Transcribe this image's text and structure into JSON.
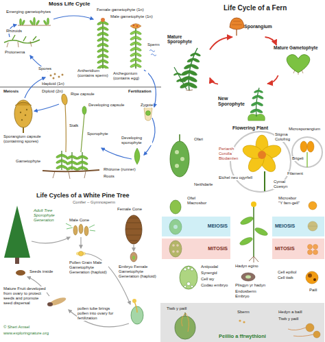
{
  "diagram": {
    "nodes": [
      {
        "text": [
          "Sporangium"
        ]
      },
      {
        "text": [
          "Mature Gametophyte"
        ]
      },
      {
        "text": [
          "New Sporophyte"
        ]
      },
      {
        "text": [
          "Mature Sporophyte"
        ]
      },
      {
        "text": [
          "MEIOSIS"
        ]
      },
      {
        "text": [
          "MEIOSIS"
        ]
      },
      {
        "text": [
          "MITOSIS"
        ]
      },
      {
        "text": [
          "MITOSIS"
        ]
      },
      {
        "text": [
          "Peillio a ffrwythloni"
        ]
      }
    ],
    "edges": [
      {
        "from": 0,
        "to": 1,
        "arrow": "to"
      },
      {
        "from": 1,
        "to": 2,
        "arrow": "to"
      },
      {
        "from": 2,
        "to": 3,
        "arrow": "to"
      },
      {
        "from": 3,
        "to": 0,
        "arrow": "to"
      }
    ],
    "labels": [
      "Moss Life Cycle",
      "Emerging gametophytes",
      "Female gametophyte (1n)",
      "Male gametophyte (1n)",
      "Rhizoids",
      "Protonema",
      "Sperm",
      "Spores",
      "Antheridium (contains sperm)",
      "Archegonium (contains egg)",
      "Haploid (1n)",
      "Diploid (2n)",
      "Meiosis",
      "Fertilization",
      "Ripe capsule",
      "Developing capsule",
      "Stalk",
      "Sporophyte",
      "Zygote",
      "Sporangium capsule (containing spores)",
      "Gametophyte",
      "Developing sporophyte",
      "Rhizome (runner)",
      "Roots",
      "Life Cycle of a Fern",
      "Flowering Plant",
      "Stigma",
      "Colofnig",
      "Perianth",
      "Corolla",
      "Blodamlen",
      "Ofari",
      "Microsporangium",
      "Brigeli",
      "Filament",
      "Eichel neu ogyrfell",
      "Cymal",
      "Coesyn",
      "Neithdarle",
      "Ofwl",
      "Macrosbor",
      "Microsbor",
      "\"Y fam-gell\"",
      "Antipodal",
      "Synergid",
      "Cell wy",
      "Codau embryo",
      "Cell epiliol",
      "Cell tiwb",
      "Paill",
      "Hadyn egino",
      "Plisgyn yr hadyn",
      "Endosberm",
      "Embryo",
      "Sberm",
      "Hedyn a baill",
      "Tiwb y paill",
      "Tiwb y paill",
      "Life Cycles of a White Pine Tree",
      "Conifer – Gymnosperm",
      "Adult Tree Sporophyte Generation",
      "Male Cone",
      "Female Cone",
      "Seeds inside",
      "Pollen Grain Male Gametophyte Generation (haploid)",
      "Embryo Female Gametophyte Generation (haploid)",
      "Mature Fruit developed from ovary to protect seeds and promote seed dispersal",
      "pollen tube brings pollen into ovary for fertilization",
      "© Sheri Amsel",
      "www.exploringnature.org"
    ]
  }
}
